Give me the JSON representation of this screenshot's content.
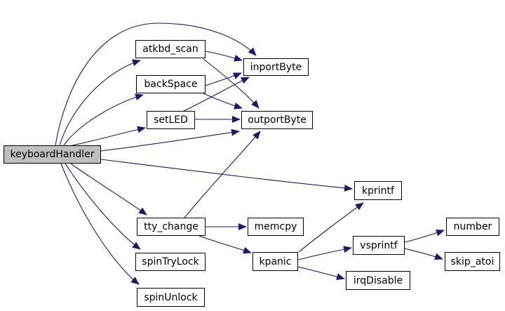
{
  "diagram": {
    "type": "call-graph",
    "background_color": "#ffffff",
    "edge_color": "#191970",
    "node_style": {
      "fill": "#ffffff",
      "border_color": "#000000",
      "text_color": "#000000",
      "root_fill": "#bfbfbf"
    },
    "root_id": "keyboardHandler",
    "nodes": [
      {
        "id": "keyboardHandler",
        "label": "keyboardHandler"
      },
      {
        "id": "atkbd_scan",
        "label": "atkbd_scan"
      },
      {
        "id": "backSpace",
        "label": "backSpace"
      },
      {
        "id": "setLED",
        "label": "setLED"
      },
      {
        "id": "inportByte",
        "label": "inportByte"
      },
      {
        "id": "outportByte",
        "label": "outportByte"
      },
      {
        "id": "kprintf",
        "label": "kprintf"
      },
      {
        "id": "tty_change",
        "label": "tty_change"
      },
      {
        "id": "memcpy",
        "label": "memcpy"
      },
      {
        "id": "spinTryLock",
        "label": "spinTryLock"
      },
      {
        "id": "spinUnlock",
        "label": "spinUnlock"
      },
      {
        "id": "kpanic",
        "label": "kpanic"
      },
      {
        "id": "vsprintf",
        "label": "vsprintf"
      },
      {
        "id": "irqDisable",
        "label": "irqDisable"
      },
      {
        "id": "number",
        "label": "number"
      },
      {
        "id": "skip_atoi",
        "label": "skip_atoi"
      }
    ],
    "edges": [
      {
        "from": "keyboardHandler",
        "to": "atkbd_scan"
      },
      {
        "from": "keyboardHandler",
        "to": "backSpace"
      },
      {
        "from": "keyboardHandler",
        "to": "setLED"
      },
      {
        "from": "keyboardHandler",
        "to": "inportByte"
      },
      {
        "from": "keyboardHandler",
        "to": "outportByte"
      },
      {
        "from": "keyboardHandler",
        "to": "kprintf"
      },
      {
        "from": "keyboardHandler",
        "to": "tty_change"
      },
      {
        "from": "keyboardHandler",
        "to": "spinTryLock"
      },
      {
        "from": "keyboardHandler",
        "to": "spinUnlock"
      },
      {
        "from": "atkbd_scan",
        "to": "inportByte"
      },
      {
        "from": "atkbd_scan",
        "to": "outportByte"
      },
      {
        "from": "backSpace",
        "to": "inportByte"
      },
      {
        "from": "backSpace",
        "to": "outportByte"
      },
      {
        "from": "setLED",
        "to": "inportByte"
      },
      {
        "from": "setLED",
        "to": "outportByte"
      },
      {
        "from": "tty_change",
        "to": "outportByte"
      },
      {
        "from": "tty_change",
        "to": "memcpy"
      },
      {
        "from": "tty_change",
        "to": "kpanic"
      },
      {
        "from": "kpanic",
        "to": "kprintf"
      },
      {
        "from": "kpanic",
        "to": "vsprintf"
      },
      {
        "from": "kpanic",
        "to": "irqDisable"
      },
      {
        "from": "vsprintf",
        "to": "number"
      },
      {
        "from": "vsprintf",
        "to": "skip_atoi"
      }
    ]
  }
}
